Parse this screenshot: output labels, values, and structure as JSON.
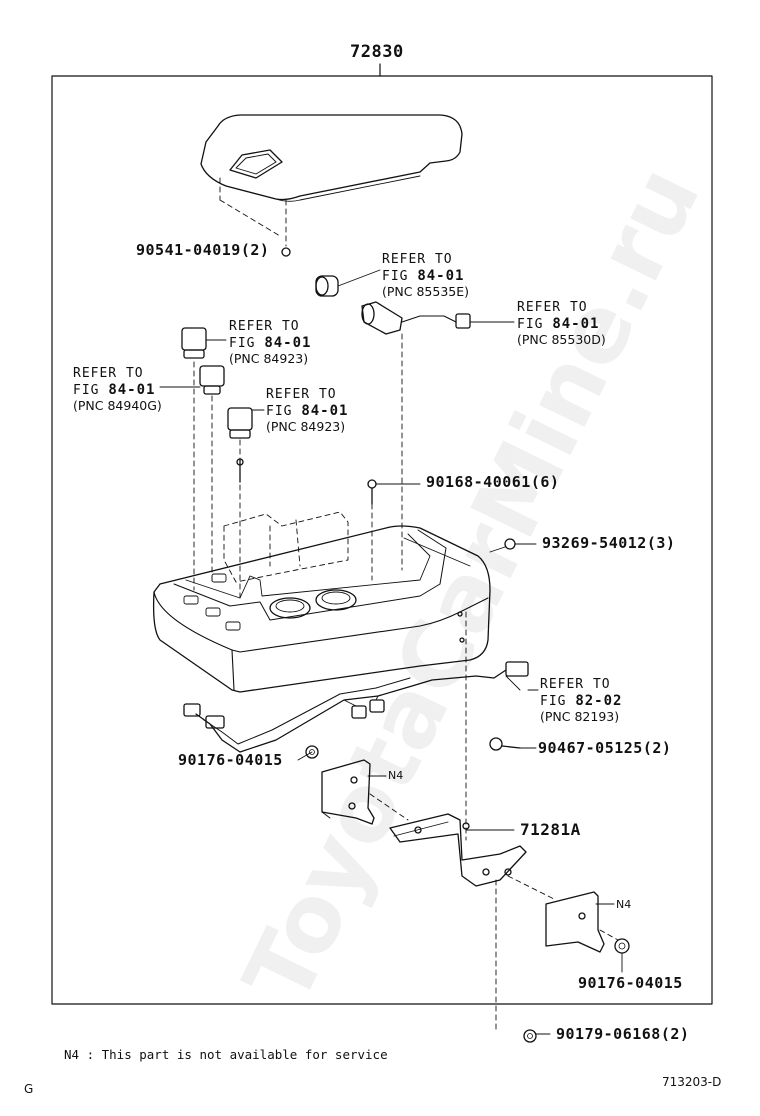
{
  "assembly_number": "72830",
  "parts": {
    "p1": "90541-04019(2)",
    "p2": "90168-40061(6)",
    "p3": "93269-54012(3)",
    "p4": "90467-05125(2)",
    "p5": "90176-04015",
    "p6": "71281A",
    "p7": "90176-04015",
    "p8": "90179-06168(2)"
  },
  "refs": {
    "r1": {
      "l1": "REFER TO",
      "l2a": "FIG ",
      "l2b": "84-01",
      "pnc": "(PNC 85535E)"
    },
    "r2": {
      "l1": "REFER TO",
      "l2a": "FIG ",
      "l2b": "84-01",
      "pnc": "(PNC 85530D)"
    },
    "r3": {
      "l1": "REFER TO",
      "l2a": "FIG ",
      "l2b": "84-01",
      "pnc": "(PNC 84923)"
    },
    "r4": {
      "l1": "REFER TO",
      "l2a": "FIG ",
      "l2b": "84-01",
      "pnc": "(PNC 84940G)"
    },
    "r5": {
      "l1": "REFER TO",
      "l2a": "FIG ",
      "l2b": "84-01",
      "pnc": "(PNC 84923)"
    },
    "r6": {
      "l1": "REFER TO",
      "l2a": "FIG ",
      "l2b": "82-02",
      "pnc": "(PNC 82193)"
    }
  },
  "n4_tags": [
    "N4",
    "N4"
  ],
  "footnote": "N4 : This part is not available for service",
  "corner_letter": "G",
  "figure_code": "713203-D",
  "watermark": "ToyotaCarMine.ru"
}
